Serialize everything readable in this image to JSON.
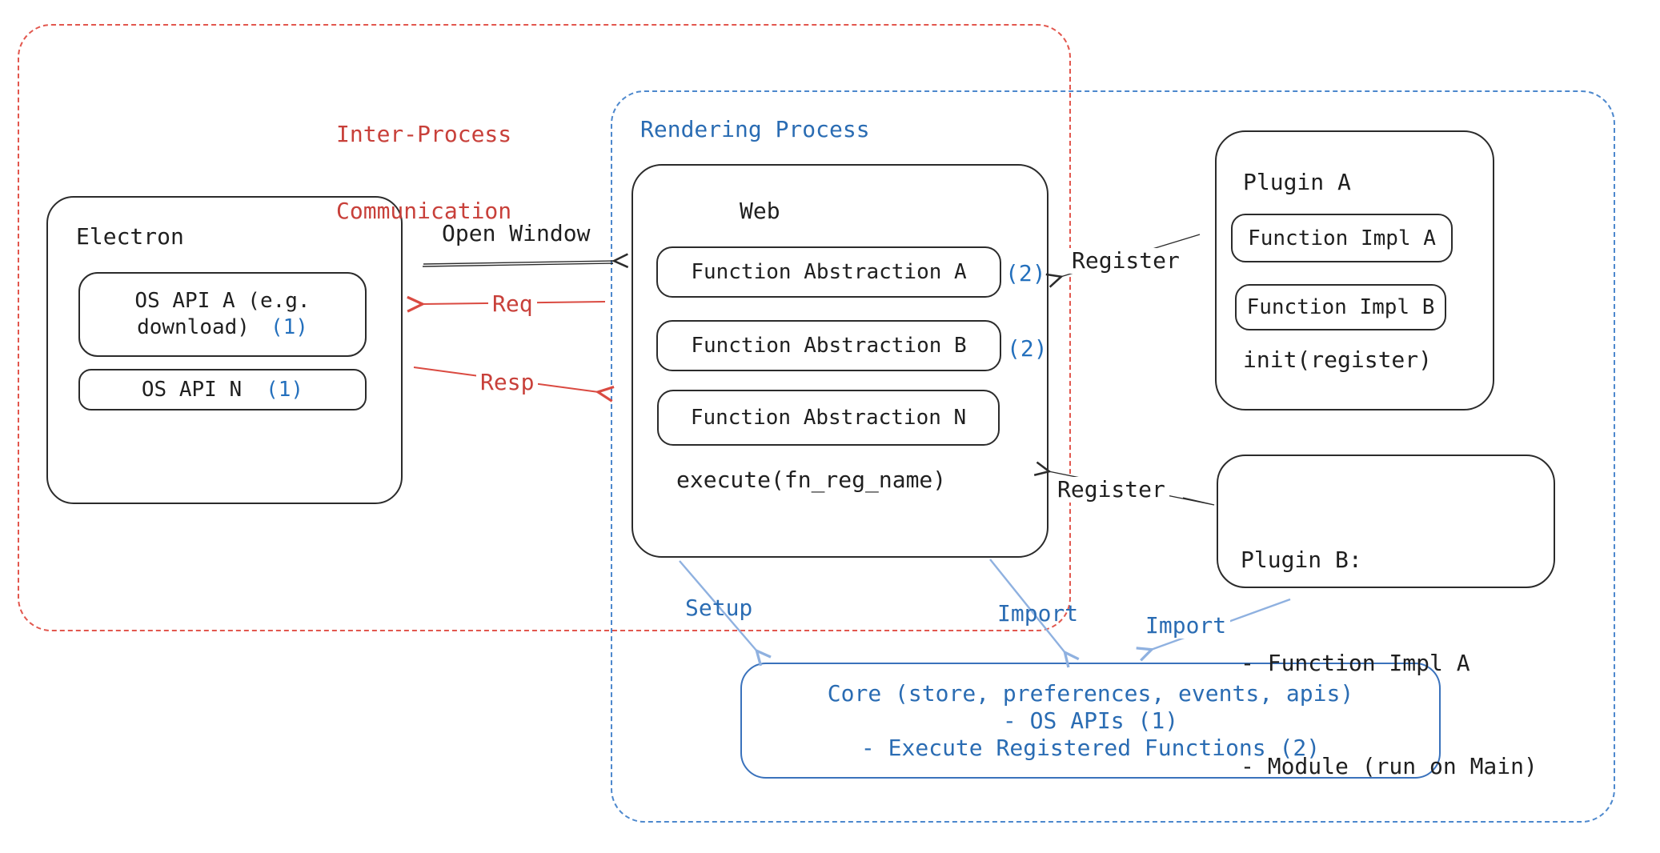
{
  "colors": {
    "red_text": "#c8403a",
    "red_dash": "#e2574e",
    "red_arrow": "#da4a41",
    "blue_text": "#2a6cb3",
    "blue_ref": "#2470bd",
    "blue_dash": "#4d88cd",
    "blue_arrow": "#8fb1e0",
    "black_stroke": "#2b2b2b",
    "background": "#ffffff"
  },
  "ipc": {
    "line1": "Inter-Process",
    "line2": "Communication"
  },
  "rendering": {
    "label": "Rendering Process"
  },
  "electron": {
    "title": "Electron",
    "api_a_line1": "OS API A (e.g.",
    "api_a_line2": "download)",
    "api_a_ref": "(1)",
    "api_n": "OS API N",
    "api_n_ref": "(1)"
  },
  "flows": {
    "open_window": "Open Window",
    "req": "Req",
    "resp": "Resp",
    "register_a": "Register",
    "register_b": "Register",
    "setup": "Setup",
    "import_core": "Import",
    "import_plugin": "Import"
  },
  "web": {
    "title": "Web",
    "abs_a": "Function Abstraction A",
    "abs_a_ref": "(2)",
    "abs_b": "Function Abstraction B",
    "abs_b_ref": "(2)",
    "abs_n": "Function Abstraction N",
    "execute": "execute(fn_reg_name)"
  },
  "plugin_a": {
    "title": "Plugin A",
    "impl_a": "Function Impl A",
    "impl_b": "Function Impl B",
    "init": "init(register)"
  },
  "plugin_b": {
    "title": "Plugin B:",
    "item_1": "- Function Impl A",
    "item_2": "- Module (run on Main)"
  },
  "core": {
    "line1": "Core (store, preferences, events, apis)",
    "line2": "- OS APIs (1)",
    "line3": "- Execute Registered Functions (2)"
  }
}
